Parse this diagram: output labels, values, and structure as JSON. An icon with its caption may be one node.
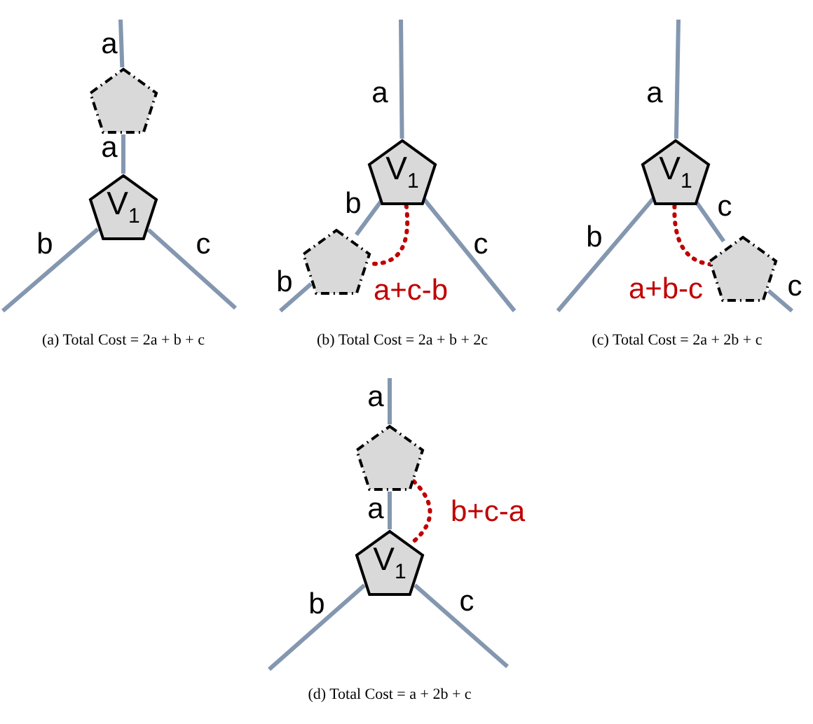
{
  "diagram": {
    "nodes": [
      {
        "text": [
          "V$_{1}$"
        ]
      },
      {
        "text": [],
        "shape": "pentagon"
      },
      {
        "text": [
          "V$_{1}$"
        ]
      },
      {
        "text": [],
        "shape": "pentagon"
      },
      {
        "text": [
          "V$_{1}$"
        ]
      },
      {
        "text": [],
        "shape": "pentagon"
      },
      {
        "text": [
          "V$_{1}$"
        ]
      },
      {
        "text": [],
        "shape": "pentagon"
      }
    ],
    "edges": [
      {
        "from": 1,
        "to": null,
        "arrow": "none",
        "label": "a"
      },
      {
        "from": 0,
        "to": 1,
        "arrow": "none",
        "label": "a"
      },
      {
        "from": 0,
        "to": null,
        "arrow": "none",
        "label": "b"
      },
      {
        "from": 0,
        "to": null,
        "arrow": "none",
        "label": "c"
      },
      {
        "from": 2,
        "to": null,
        "arrow": "none",
        "label": "a"
      },
      {
        "from": 2,
        "to": 3,
        "arrow": "none",
        "label": "b"
      },
      {
        "from": 3,
        "to": null,
        "arrow": "none",
        "label": "b"
      },
      {
        "from": 2,
        "to": null,
        "arrow": "none",
        "label": "c"
      },
      {
        "from": 2,
        "to": 3,
        "arrow": "none",
        "label": "a+c-b",
        "style": "dashed",
        "color": "#c00000"
      },
      {
        "from": 4,
        "to": null,
        "arrow": "none",
        "label": "a"
      },
      {
        "from": 4,
        "to": null,
        "arrow": "none",
        "label": "b"
      },
      {
        "from": 4,
        "to": 5,
        "arrow": "none",
        "label": "c"
      },
      {
        "from": 5,
        "to": null,
        "arrow": "none",
        "label": "c"
      },
      {
        "from": 4,
        "to": 5,
        "arrow": "none",
        "label": "a+b-c",
        "style": "dashed",
        "color": "#c00000"
      },
      {
        "from": 7,
        "to": null,
        "arrow": "none",
        "label": "a"
      },
      {
        "from": 6,
        "to": 7,
        "arrow": "none",
        "label": "a"
      },
      {
        "from": 6,
        "to": null,
        "arrow": "none",
        "label": "b"
      },
      {
        "from": 6,
        "to": null,
        "arrow": "none",
        "label": "c"
      },
      {
        "from": 7,
        "to": 6,
        "arrow": "none",
        "label": "b+c-a",
        "style": "dashed",
        "color": "#c00000"
      }
    ],
    "labels": [
      "(a) Total Cost = 2a + b + c",
      "(b) Total Cost = 2a + b + 2c",
      "(c) Total Cost = 2a + 2b + c",
      "(d) Total Cost = a + 2b + c"
    ]
  }
}
